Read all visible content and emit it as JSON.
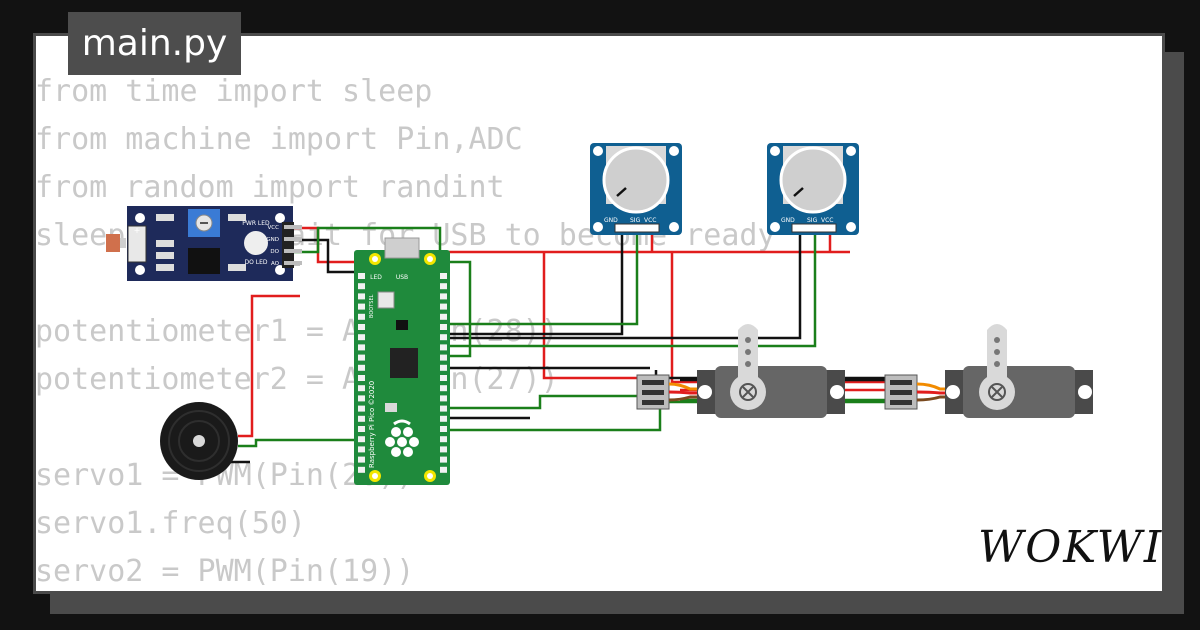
{
  "filename": "main.py",
  "code_lines": [
    "from time import sleep",
    "from machine import Pin,ADC",
    "from random import randint",
    "sleep(0.1) # Wait for USB to become ready",
    "",
    "potentiometer1 = ADC(Pin(28))",
    "potentiometer2 = ADC(Pin(27))",
    "",
    "servo1 = PWM(Pin(20))",
    "servo1.freq(50)",
    "servo2 = PWM(Pin(19))"
  ],
  "brand": "WOKWI",
  "ldr_module": {
    "pin_labels": [
      "VCC",
      "GND",
      "DO",
      "AO"
    ],
    "led_labels": [
      "PWR LED",
      "DO LED"
    ]
  },
  "pico": {
    "labels": [
      "LED",
      "USB",
      "BOOTSEL",
      "Raspberry Pi Pico ©2020"
    ]
  },
  "potentiometer": {
    "pin_labels": [
      "GND",
      "SIG",
      "VCC"
    ]
  },
  "colors": {
    "wire_red": "#e11d1d",
    "wire_black": "#111111",
    "wire_green": "#1a7f1a",
    "wire_orange": "#f28b00",
    "pico_green": "#1f8a3c",
    "pot_blue": "#0f5f91",
    "module_navy": "#1e2a5a"
  }
}
